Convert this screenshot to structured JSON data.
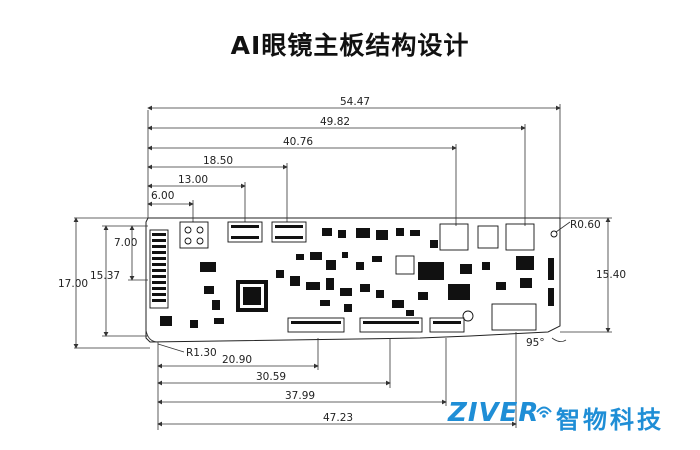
{
  "title": "AI眼镜主板结构设计",
  "dimensions": {
    "d5447": "54.47",
    "d4982": "49.82",
    "d4076": "40.76",
    "d1850": "18.50",
    "d1300": "13.00",
    "d600": "6.00",
    "d700": "7.00",
    "d1537": "15.37",
    "d1700": "17.00",
    "d1540": "15.40",
    "r060": "R0.60",
    "r130": "R1.30",
    "d2090": "20.90",
    "d3059": "30.59",
    "d3799": "37.99",
    "d4723": "47.23",
    "angle": "95°"
  },
  "logo": {
    "brand": "ZIVER",
    "cn": "智物科技",
    "icon": "wifi-signal-icon",
    "color": "#1f8ed6"
  }
}
